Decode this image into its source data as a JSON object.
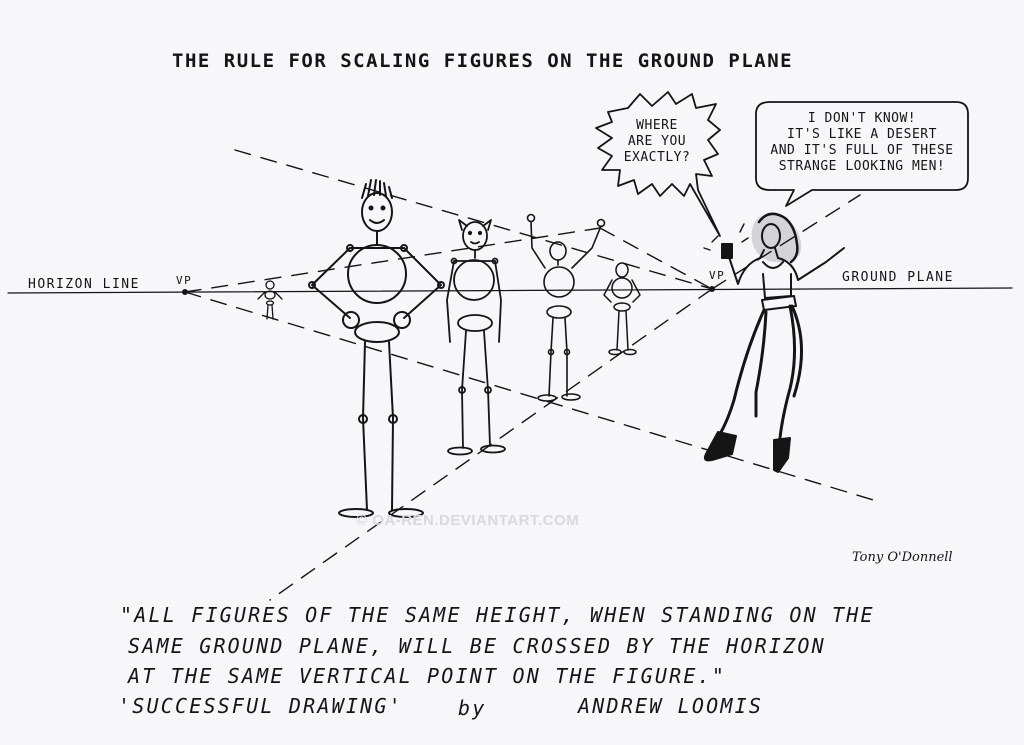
{
  "title": "THE RULE FOR SCALING FIGURES ON THE GROUND PLANE",
  "labels": {
    "horizon_line": "HORIZON LINE",
    "vp_left": "VP",
    "vp_right": "VP",
    "ground_plane": "GROUND PLANE"
  },
  "speech": {
    "left_line1": "WHERE",
    "left_line2": "ARE YOU",
    "left_line3": "EXACTLY?",
    "right_line1": "I DON'T KNOW!",
    "right_line2": "IT'S LIKE A DESERT",
    "right_line3": "AND IT'S FULL OF THESE",
    "right_line4": "STRANGE LOOKING MEN!"
  },
  "quote": {
    "line1": "\"ALL FIGURES OF THE SAME HEIGHT, WHEN STANDING ON THE",
    "line2": "SAME GROUND PLANE, WILL BE CROSSED BY THE HORIZON",
    "line3": "AT THE SAME VERTICAL POINT ON THE FIGURE.\"",
    "source_title": "'SUCCESSFUL DRAWING'",
    "source_by": "by",
    "source_author": "ANDREW LOOMIS"
  },
  "signature": "Tony O'Donnell",
  "watermark": "© OA-REN.DEVIANTART.COM",
  "colors": {
    "ink": "#151515",
    "paper": "#f7f7f9",
    "watermark": "#d8d8de"
  }
}
